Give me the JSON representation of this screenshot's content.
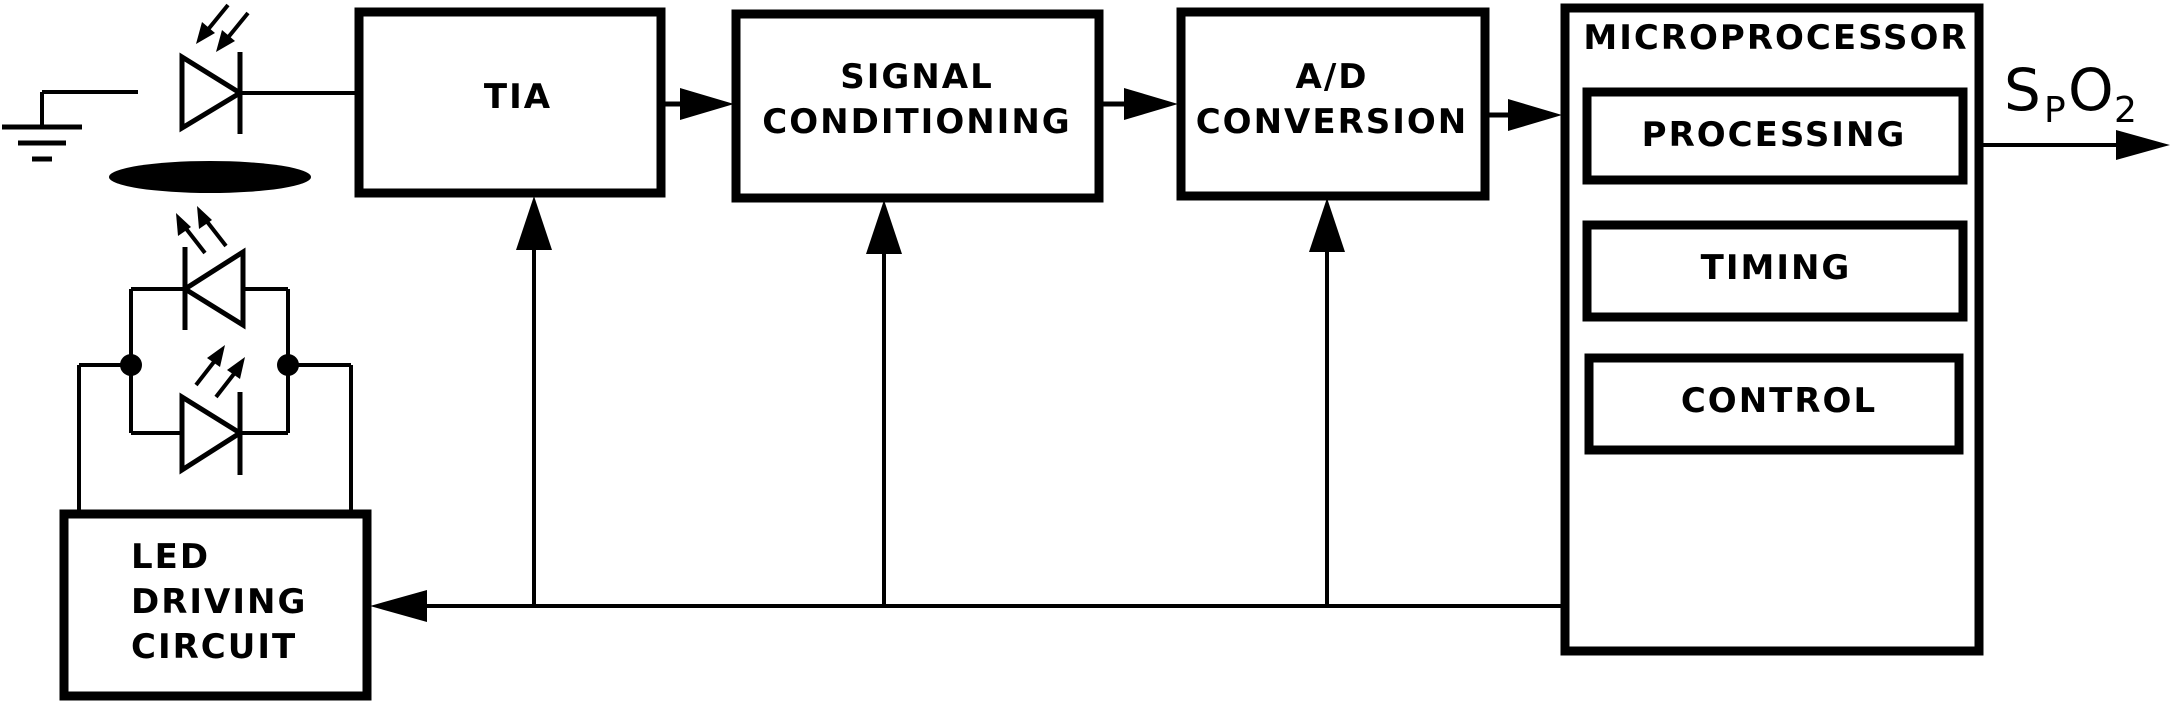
{
  "colors": {
    "ink": "#000000",
    "background": "#ffffff"
  },
  "blocks": {
    "tia": "TIA",
    "signal_conditioning": [
      "SIGNAL",
      "CONDITIONING"
    ],
    "ad_conversion": [
      "A/D",
      "CONVERSION"
    ],
    "microprocessor": {
      "title": "MICROPROCESSOR",
      "sub_blocks": [
        "PROCESSING",
        "TIMING",
        "CONTROL"
      ]
    },
    "led_driver": [
      "LED",
      "DRIVING",
      "CIRCUIT"
    ]
  },
  "output": {
    "main": "S",
    "subscript": "P",
    "tail": "O",
    "tail_subscript": "2"
  },
  "icons": [
    "ground-icon",
    "photodiode-icon",
    "led-icon",
    "arrow-icon",
    "junction-dot-icon"
  ]
}
